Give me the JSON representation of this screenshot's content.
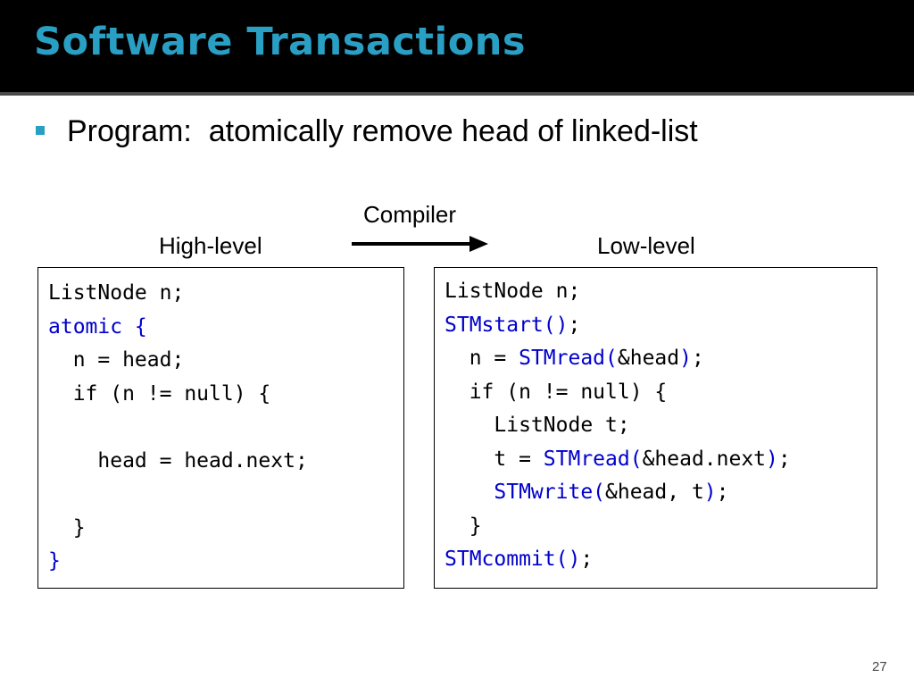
{
  "slide": {
    "title": "Software Transactions",
    "bullet": "Program:  atomically remove head of linked-list",
    "labels": {
      "compiler": "Compiler",
      "high_level": "High-level",
      "low_level": "Low-level"
    },
    "page_number": "27",
    "colors": {
      "title": "#2a9fc4",
      "keyword": "#0000cc",
      "background_title_bar": "#000000"
    }
  },
  "high_level_code": [
    [
      {
        "t": "ListNode n;",
        "kw": false
      }
    ],
    [
      {
        "t": "atomic {",
        "kw": true
      }
    ],
    [
      {
        "t": "  n = head;",
        "kw": false
      }
    ],
    [
      {
        "t": "  if (n != null) {",
        "kw": false
      }
    ],
    [
      {
        "t": "",
        "kw": false
      }
    ],
    [
      {
        "t": "    head = head.next;",
        "kw": false
      }
    ],
    [
      {
        "t": "",
        "kw": false
      }
    ],
    [
      {
        "t": "  }",
        "kw": false
      }
    ],
    [
      {
        "t": "}",
        "kw": true
      }
    ]
  ],
  "low_level_code": [
    [
      {
        "t": "ListNode n;",
        "kw": false
      }
    ],
    [
      {
        "t": "STMstart()",
        "kw": true
      },
      {
        "t": ";",
        "kw": false
      }
    ],
    [
      {
        "t": "  n = ",
        "kw": false
      },
      {
        "t": "STMread(",
        "kw": true
      },
      {
        "t": "&head",
        "kw": false
      },
      {
        "t": ")",
        "kw": true
      },
      {
        "t": ";",
        "kw": false
      }
    ],
    [
      {
        "t": "  if (n != null) {",
        "kw": false
      }
    ],
    [
      {
        "t": "    ListNode t;",
        "kw": false
      }
    ],
    [
      {
        "t": "    t = ",
        "kw": false
      },
      {
        "t": "STMread(",
        "kw": true
      },
      {
        "t": "&head.next",
        "kw": false
      },
      {
        "t": ")",
        "kw": true
      },
      {
        "t": ";",
        "kw": false
      }
    ],
    [
      {
        "t": "    ",
        "kw": false
      },
      {
        "t": "STMwrite(",
        "kw": true
      },
      {
        "t": "&head, t",
        "kw": false
      },
      {
        "t": ")",
        "kw": true
      },
      {
        "t": ";",
        "kw": false
      }
    ],
    [
      {
        "t": "  }",
        "kw": false
      }
    ],
    [
      {
        "t": "STMcommit()",
        "kw": true
      },
      {
        "t": ";",
        "kw": false
      }
    ]
  ]
}
